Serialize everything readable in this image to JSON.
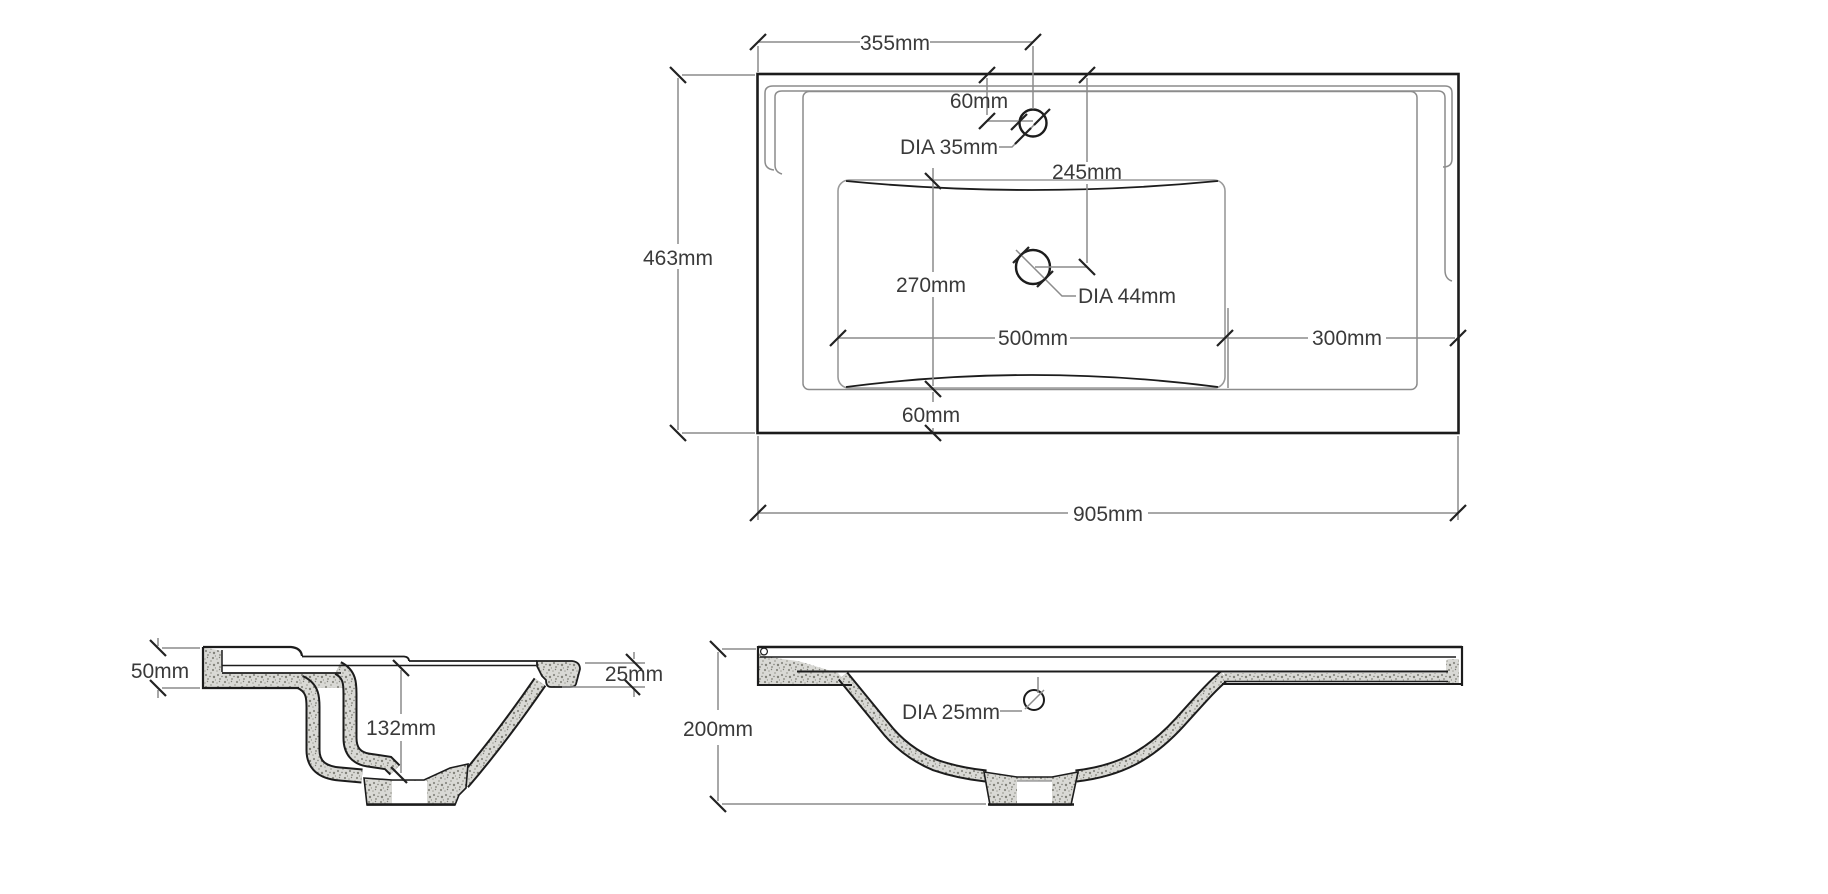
{
  "colors": {
    "line": "#1c1c1c",
    "dim": "#8c8c8c",
    "text": "#3a3a3a",
    "material": "#d9d9d5",
    "speckle": "#87877f"
  },
  "views": {
    "top": {
      "dims": {
        "width": "905mm",
        "depth": "463mm",
        "faucet_from_left": "355mm",
        "faucet_offset": "60mm",
        "faucet_diameter": "DIA 35mm",
        "drain_offset": "245mm",
        "basin_front_depth": "270mm",
        "drain_diameter": "DIA 44mm",
        "basin_width": "500mm",
        "right_margin": "300mm",
        "rear_margin": "60mm"
      }
    },
    "side": {
      "dims": {
        "back_edge_height": "50mm",
        "bowl_depth": "132mm",
        "front_lip": "25mm"
      }
    },
    "front": {
      "dims": {
        "total_height": "200mm",
        "overflow_diameter": "DIA 25mm"
      }
    }
  }
}
